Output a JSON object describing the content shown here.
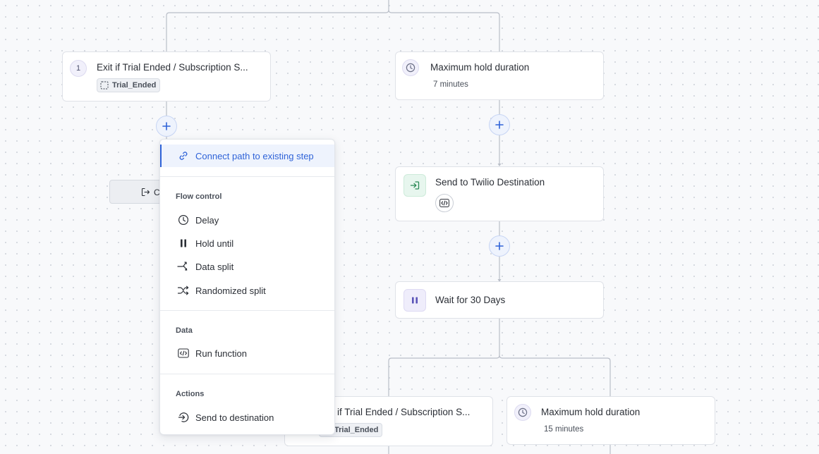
{
  "colors": {
    "accent": "#2f63d8",
    "line": "#b9bec8",
    "node_border": "#dfe2e8",
    "twilio_green": "#e7f6ee",
    "hold_purple": "#efedfb"
  },
  "nodes": {
    "exit_top": {
      "number": "1",
      "title": "Exit if Trial Ended / Subscription S...",
      "tag_icon": "dashed-square-icon",
      "tag": "Trial_Ended"
    },
    "hold_top": {
      "icon": "clock-icon",
      "title": "Maximum hold duration",
      "sub": "7 minutes"
    },
    "twilio": {
      "icon": "arrow-in-icon",
      "title": "Send to Twilio Destination",
      "chip_icon": "code-icon"
    },
    "wait": {
      "icon": "pause-icon",
      "title": "Wait for 30 Days"
    },
    "exit_bottom": {
      "title": "if Trial Ended / Subscription S...",
      "tag": "Trial_Ended"
    },
    "hold_bottom": {
      "icon": "clock-icon",
      "title": "Maximum hold duration",
      "sub": "15 minutes"
    },
    "hidden_exit": {
      "label": "C"
    }
  },
  "menu": {
    "connect": {
      "icon": "link-icon",
      "label": "Connect path to existing step"
    },
    "sections": [
      {
        "title": "Flow control",
        "items": [
          {
            "icon": "clock-icon",
            "label": "Delay"
          },
          {
            "icon": "pause-icon",
            "label": "Hold until"
          },
          {
            "icon": "split-icon",
            "label": "Data split"
          },
          {
            "icon": "shuffle-icon",
            "label": "Randomized split"
          }
        ]
      },
      {
        "title": "Data",
        "items": [
          {
            "icon": "code-icon",
            "label": "Run function"
          }
        ]
      },
      {
        "title": "Actions",
        "items": [
          {
            "icon": "arrow-in-icon",
            "label": "Send to destination"
          }
        ]
      }
    ]
  }
}
